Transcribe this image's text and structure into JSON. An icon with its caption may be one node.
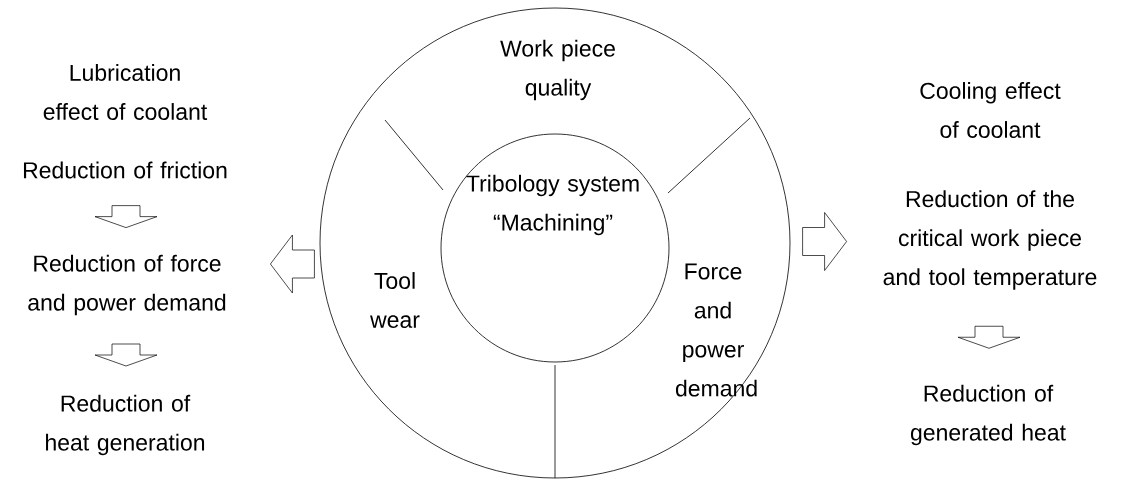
{
  "diagram": {
    "nodes": [
      {
        "text": [],
        "shape": "circle"
      },
      {
        "text": [
          "Work piece quality"
        ],
        "in": 0
      },
      {
        "text": [
          "Tool wear"
        ],
        "in": 0
      },
      {
        "text": [
          "Force and power demand"
        ],
        "in": 0
      },
      {
        "text": [
          "Tribology system “Machining”"
        ],
        "in": 0
      },
      {
        "text": [
          "Reduction of friction"
        ]
      },
      {
        "text": [
          "Reduction of force and power demand"
        ]
      },
      {
        "text": [
          "Reduction of heat generation"
        ]
      },
      {
        "text": [
          "Reduction of the critical work piece and tool temperature"
        ]
      },
      {
        "text": [
          "Reduction of generated heat"
        ]
      }
    ],
    "edges": [
      {
        "from": 5,
        "to": 6,
        "arrow": "to"
      },
      {
        "from": 6,
        "to": 7,
        "arrow": "to"
      },
      {
        "from": 0,
        "to": 6,
        "arrow": "to"
      },
      {
        "from": 0,
        "to": 8,
        "arrow": "to"
      },
      {
        "from": 8,
        "to": 9,
        "arrow": "to"
      }
    ],
    "labels": [
      "Lubrication effect of coolant",
      "Cooling effect of coolant"
    ]
  }
}
